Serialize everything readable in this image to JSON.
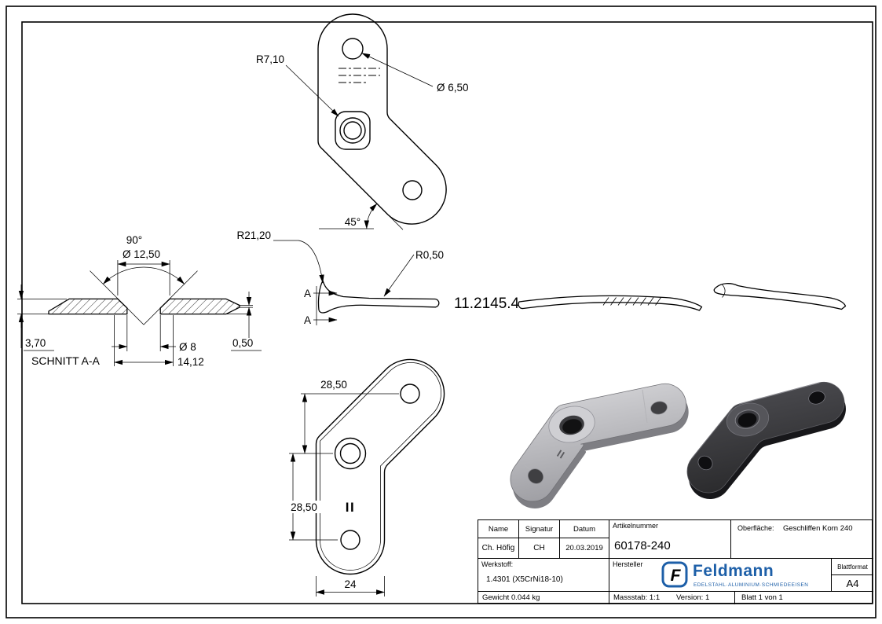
{
  "drawing": {
    "top_view": {
      "r_boss": "R7,10",
      "d_hole": "Ø 6,50",
      "angle": "45°"
    },
    "section_view": {
      "label": "SCHNITT A-A",
      "angle": "90°",
      "d_countersink": "Ø 12,50",
      "thickness": "3,70",
      "d_hole": "Ø 8",
      "edge": "0,50",
      "width": "14,12"
    },
    "side_views": {
      "bend_radius": "R21,20",
      "edge_radius": "R0,50",
      "section_letter": "A",
      "stamp": "11.2145.4"
    },
    "front_view": {
      "hole_spacing_upper": "28,50",
      "hole_spacing_lower": "28,50",
      "width": "24",
      "marking": "II"
    }
  },
  "title_block": {
    "headers": {
      "name": "Name",
      "signature": "Signatur",
      "date": "Datum",
      "article_number": "Artikelnummer",
      "surface_label": "Oberfläche:",
      "surface_value": "Geschliffen Korn 240"
    },
    "values": {
      "name": "Ch. Höfig",
      "signature": "CH",
      "date": "20.03.2019",
      "article_number": "60178-240"
    },
    "material": {
      "label": "Werkstoff:",
      "value": "1.4301 (X5CrNi18-10)"
    },
    "manufacturer": {
      "label": "Hersteller",
      "logo_letter": "F",
      "brand": "Feldmann",
      "brand_sub": "EDELSTAHL·ALUMINIUM·SCHMIEDEEISEN",
      "brand_color": "#1d5fa8"
    },
    "format": {
      "label": "Blattformat",
      "value": "A4"
    },
    "footer": {
      "weight": "Gewicht 0.044 kg",
      "scale": "Massstab: 1:1",
      "version": "Version: 1",
      "sheet": "Blatt 1 von 1"
    }
  }
}
